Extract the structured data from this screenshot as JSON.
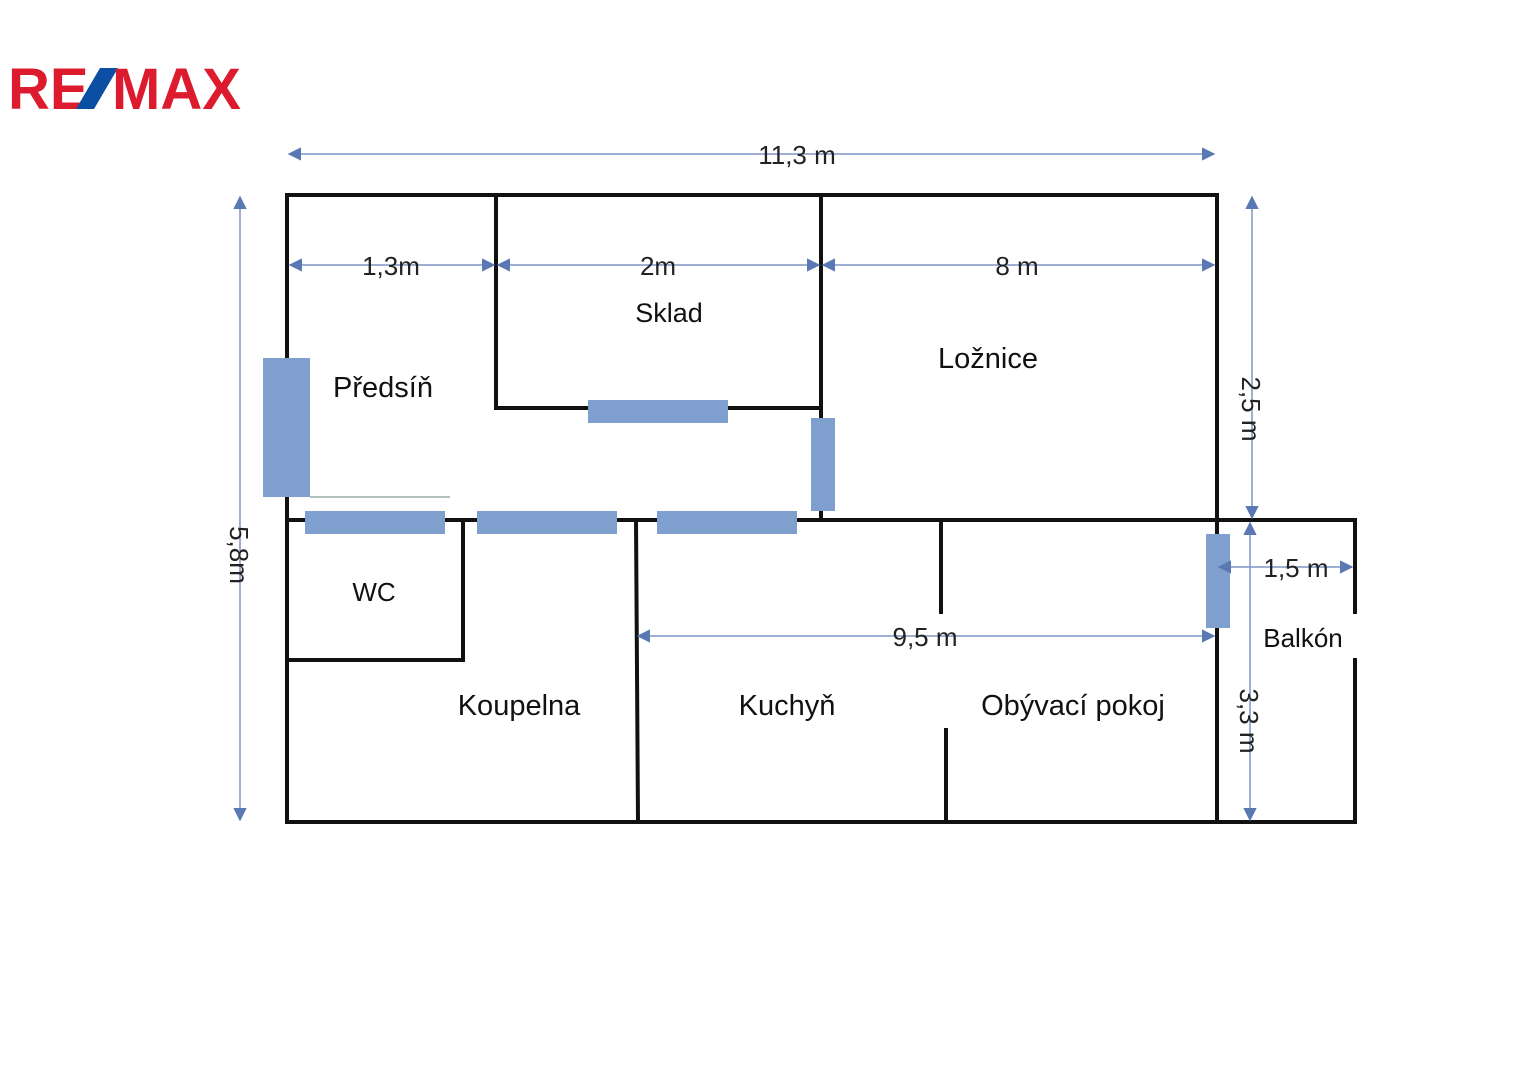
{
  "logo": {
    "text_left": "RE",
    "text_right": "MAX",
    "slash": "/",
    "colors": {
      "red": "#dc1c2e",
      "blue": "#0b4ea2"
    }
  },
  "rooms": {
    "predsin": "Předsíň",
    "sklad": "Sklad",
    "loznice": "Ložnice",
    "wc": "WC",
    "koupelna": "Koupelna",
    "kuchyn": "Kuchyň",
    "obyvaci_pokoj": "Obývací pokoj",
    "balkon": "Balkón"
  },
  "dimensions": {
    "total_width": "11,3 m",
    "predsin_width": "1,3m",
    "sklad_width": "2m",
    "loznice_width": "8 m",
    "living_width": "9,5 m",
    "balkon_width": "1,5 m",
    "total_height": "5,8m",
    "upper_height": "2,5 m",
    "lower_height": "3,3 m"
  },
  "colors": {
    "wall": "#111111",
    "door": "#7f9fcf",
    "dimension": "#7d96c6"
  }
}
